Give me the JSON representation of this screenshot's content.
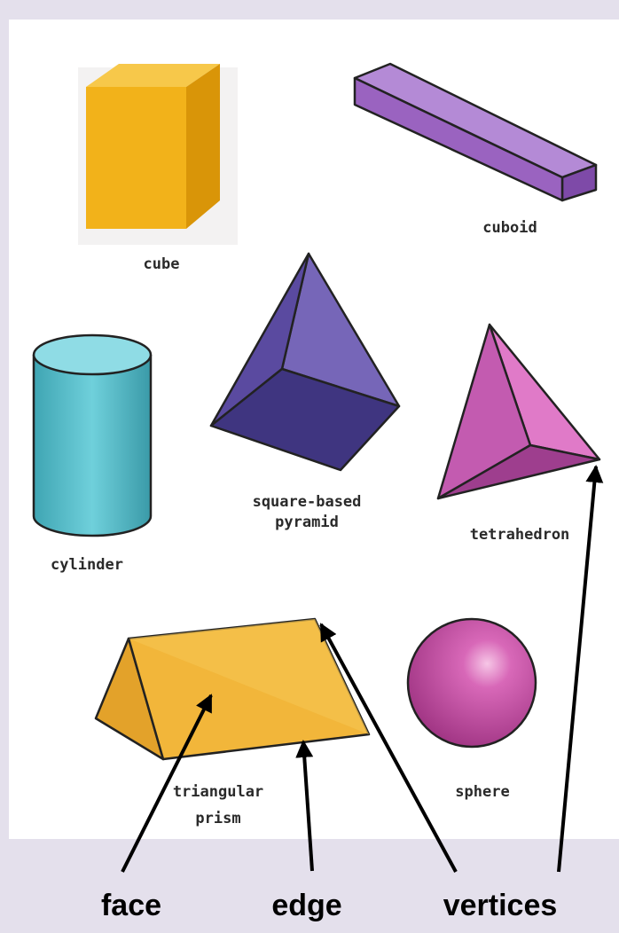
{
  "shapes": {
    "cube": "cube",
    "cuboid": "cuboid",
    "cylinder": "cylinder",
    "pyramid_line1": "square-based",
    "pyramid_line2": "pyramid",
    "tetrahedron": "tetrahedron",
    "prism_line1": "triangular",
    "prism_line2": "prism",
    "sphere": "sphere"
  },
  "terms": {
    "face": "face",
    "edge": "edge",
    "vertices": "vertices"
  },
  "colors": {
    "background": "#e4e0ec",
    "cube": "#f2b21a",
    "cuboid": "#9a63c0",
    "cylinder": "#5cbfcb",
    "pyramid": "#5a4aa0",
    "tetrahedron": "#c35bb0",
    "prism": "#f2b63a",
    "sphere": "#c0459c"
  }
}
